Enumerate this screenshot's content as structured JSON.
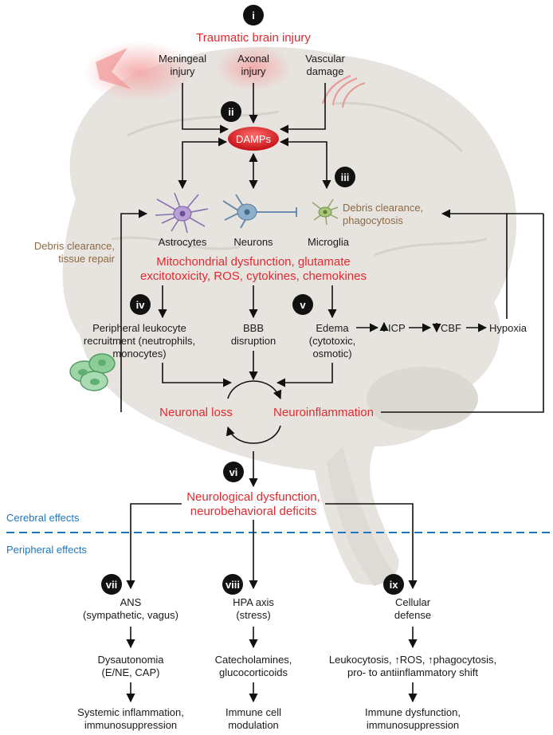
{
  "title": "Traumatic brain injury",
  "steps": [
    "i",
    "ii",
    "iii",
    "iv",
    "v",
    "vi",
    "vii",
    "viii",
    "ix"
  ],
  "injuries": {
    "meningeal": [
      "Meningeal",
      "injury"
    ],
    "axonal": [
      "Axonal",
      "injury"
    ],
    "vascular": [
      "Vascular",
      "damage"
    ]
  },
  "damps": "DAMPs",
  "debris_phago": [
    "Debris clearance,",
    "phagocytosis"
  ],
  "debris_repair": [
    "Debris clearance,",
    "tissue repair"
  ],
  "cells": {
    "astrocytes": "Astrocytes",
    "neurons": "Neurons",
    "microglia": "Microglia"
  },
  "mito": [
    "Mitochondrial dysfunction, glutamate",
    "excitotoxicity, ROS, cytokines, chemokines"
  ],
  "leukocyte": [
    "Peripheral leukocyte",
    "recruitment (neutrophils,",
    "monocytes)"
  ],
  "bbb": [
    "BBB",
    "disruption"
  ],
  "edema": [
    "Edema",
    "(cytotoxic,",
    "osmotic)"
  ],
  "icp": "ICP",
  "cbf": "CBF",
  "hypoxia": "Hypoxia",
  "neuronal_loss": "Neuronal loss",
  "neuroinflammation": "Neuroinflammation",
  "neuro_dysfunction": [
    "Neurological dysfunction,",
    "neurobehavioral deficits"
  ],
  "cerebral_effects": "Cerebral effects",
  "peripheral_effects": "Peripheral effects",
  "ans": [
    "ANS",
    "(sympathetic, vagus)"
  ],
  "hpa": [
    "HPA axis",
    "(stress)"
  ],
  "cellular": [
    "Cellular",
    "defense"
  ],
  "dysautonomia": [
    "Dysautonomia",
    "(E/NE, CAP)"
  ],
  "catechol": [
    "Catecholamines,",
    "glucocorticoids"
  ],
  "leukocytosis": [
    "Leukocytosis, ↑ROS, ↑phagocytosis,",
    "pro- to antiinflammatory shift"
  ],
  "systemic": [
    "Systemic inflammation,",
    "immunosuppression"
  ],
  "immune_mod": [
    "Immune cell",
    "modulation"
  ],
  "immune_dys": [
    "Immune dysfunction,",
    "immunosuppression"
  ],
  "colors": {
    "accent_red": "#e3282e",
    "brown_text": "#8b6a43",
    "blue_text": "#1f77c0",
    "brain": "#e7e4e0",
    "badge": "#111111"
  }
}
